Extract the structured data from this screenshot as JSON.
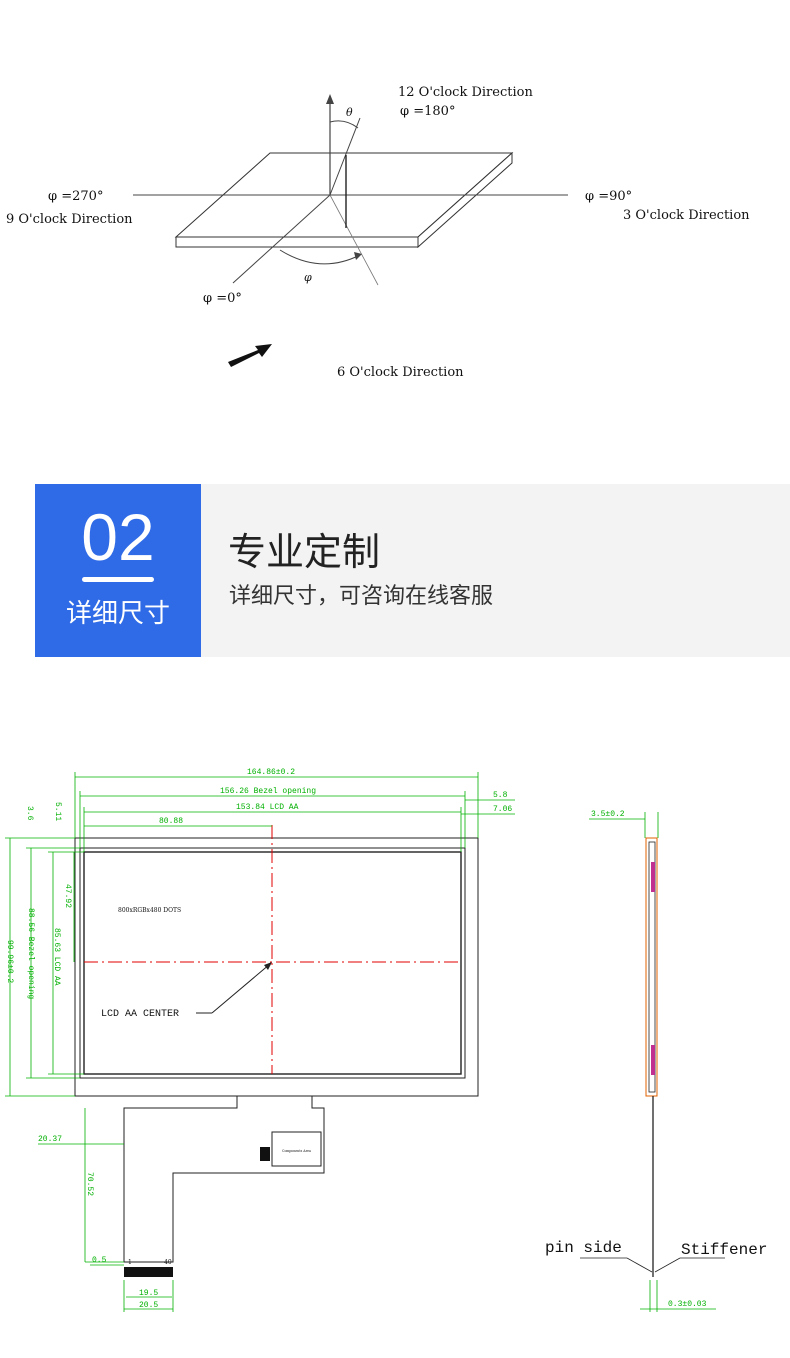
{
  "viewing_diagram": {
    "dir_12": "12 O'clock Direction",
    "phi_180": "φ =180°",
    "theta": "θ",
    "phi_270": "φ =270°",
    "dir_9": "9 O'clock Direction",
    "phi_90": "φ =90°",
    "dir_3": "3 O'clock Direction",
    "phi": "φ",
    "phi_0": "φ =0°",
    "dir_6": "6 O'clock Direction"
  },
  "banner": {
    "number": "02",
    "subtitle_badge": "详细尺寸",
    "title": "专业定制",
    "subtitle": "详细尺寸，可咨询在线客服"
  },
  "drawing": {
    "overall_width": "164.86±0.2",
    "bezel_width": "156.26 Bezel opening",
    "aa_width": "153.84 LCD AA",
    "half_aa": "80.88",
    "right_offset_1": "5.8",
    "right_offset_2": "7.06",
    "top_offset_1": "3.6",
    "top_offset_2": "5.11",
    "overall_height": "99.96±0.2",
    "bezel_height": "88.56 Bezel opening",
    "aa_height": "85.63 LCD AA",
    "half_aa_height": "47.92",
    "resolution": "800xRGBx480 DOTS",
    "center_label": "LCD AA CENTER",
    "fpc_offset": "20.37",
    "fpc_length": "70.52",
    "fpc_edge": "0.5",
    "pin_first": "1",
    "pin_last": "40",
    "fpc_pitch_width": "19.5",
    "fpc_total_width": "20.5",
    "component_label": "Components Area",
    "thickness": "3.5±0.2",
    "fpc_thickness": "0.3±0.03",
    "pin_side": "pin side",
    "stiffener": "Stiffener"
  },
  "colors": {
    "badge_blue": "#2f6be6",
    "banner_bg": "#f3f3f3",
    "dimension_green": "#00b000",
    "centerline_red": "#e00000"
  }
}
